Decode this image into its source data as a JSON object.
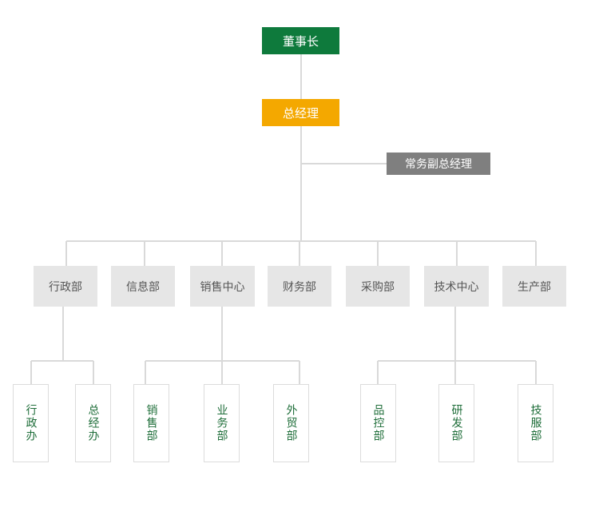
{
  "chairman": "董事长",
  "general_manager": "总经理",
  "executive_deputy_gm": "常务副总经理",
  "departments": [
    "行政部",
    "信息部",
    "销售中心",
    "财务部",
    "采购部",
    "技术中心",
    "生产部"
  ],
  "sub_departments": [
    "行政办",
    "总经办",
    "销售部",
    "业务部",
    "外贸部",
    "品控部",
    "研发部",
    "技服部"
  ],
  "colors": {
    "chairman": "#0e7a3c",
    "general_manager": "#f4a800",
    "deputy": "#7f7f7f",
    "department": "#e6e6e6",
    "sub_text": "#1f6e3a",
    "line": "#d9d9d9"
  }
}
